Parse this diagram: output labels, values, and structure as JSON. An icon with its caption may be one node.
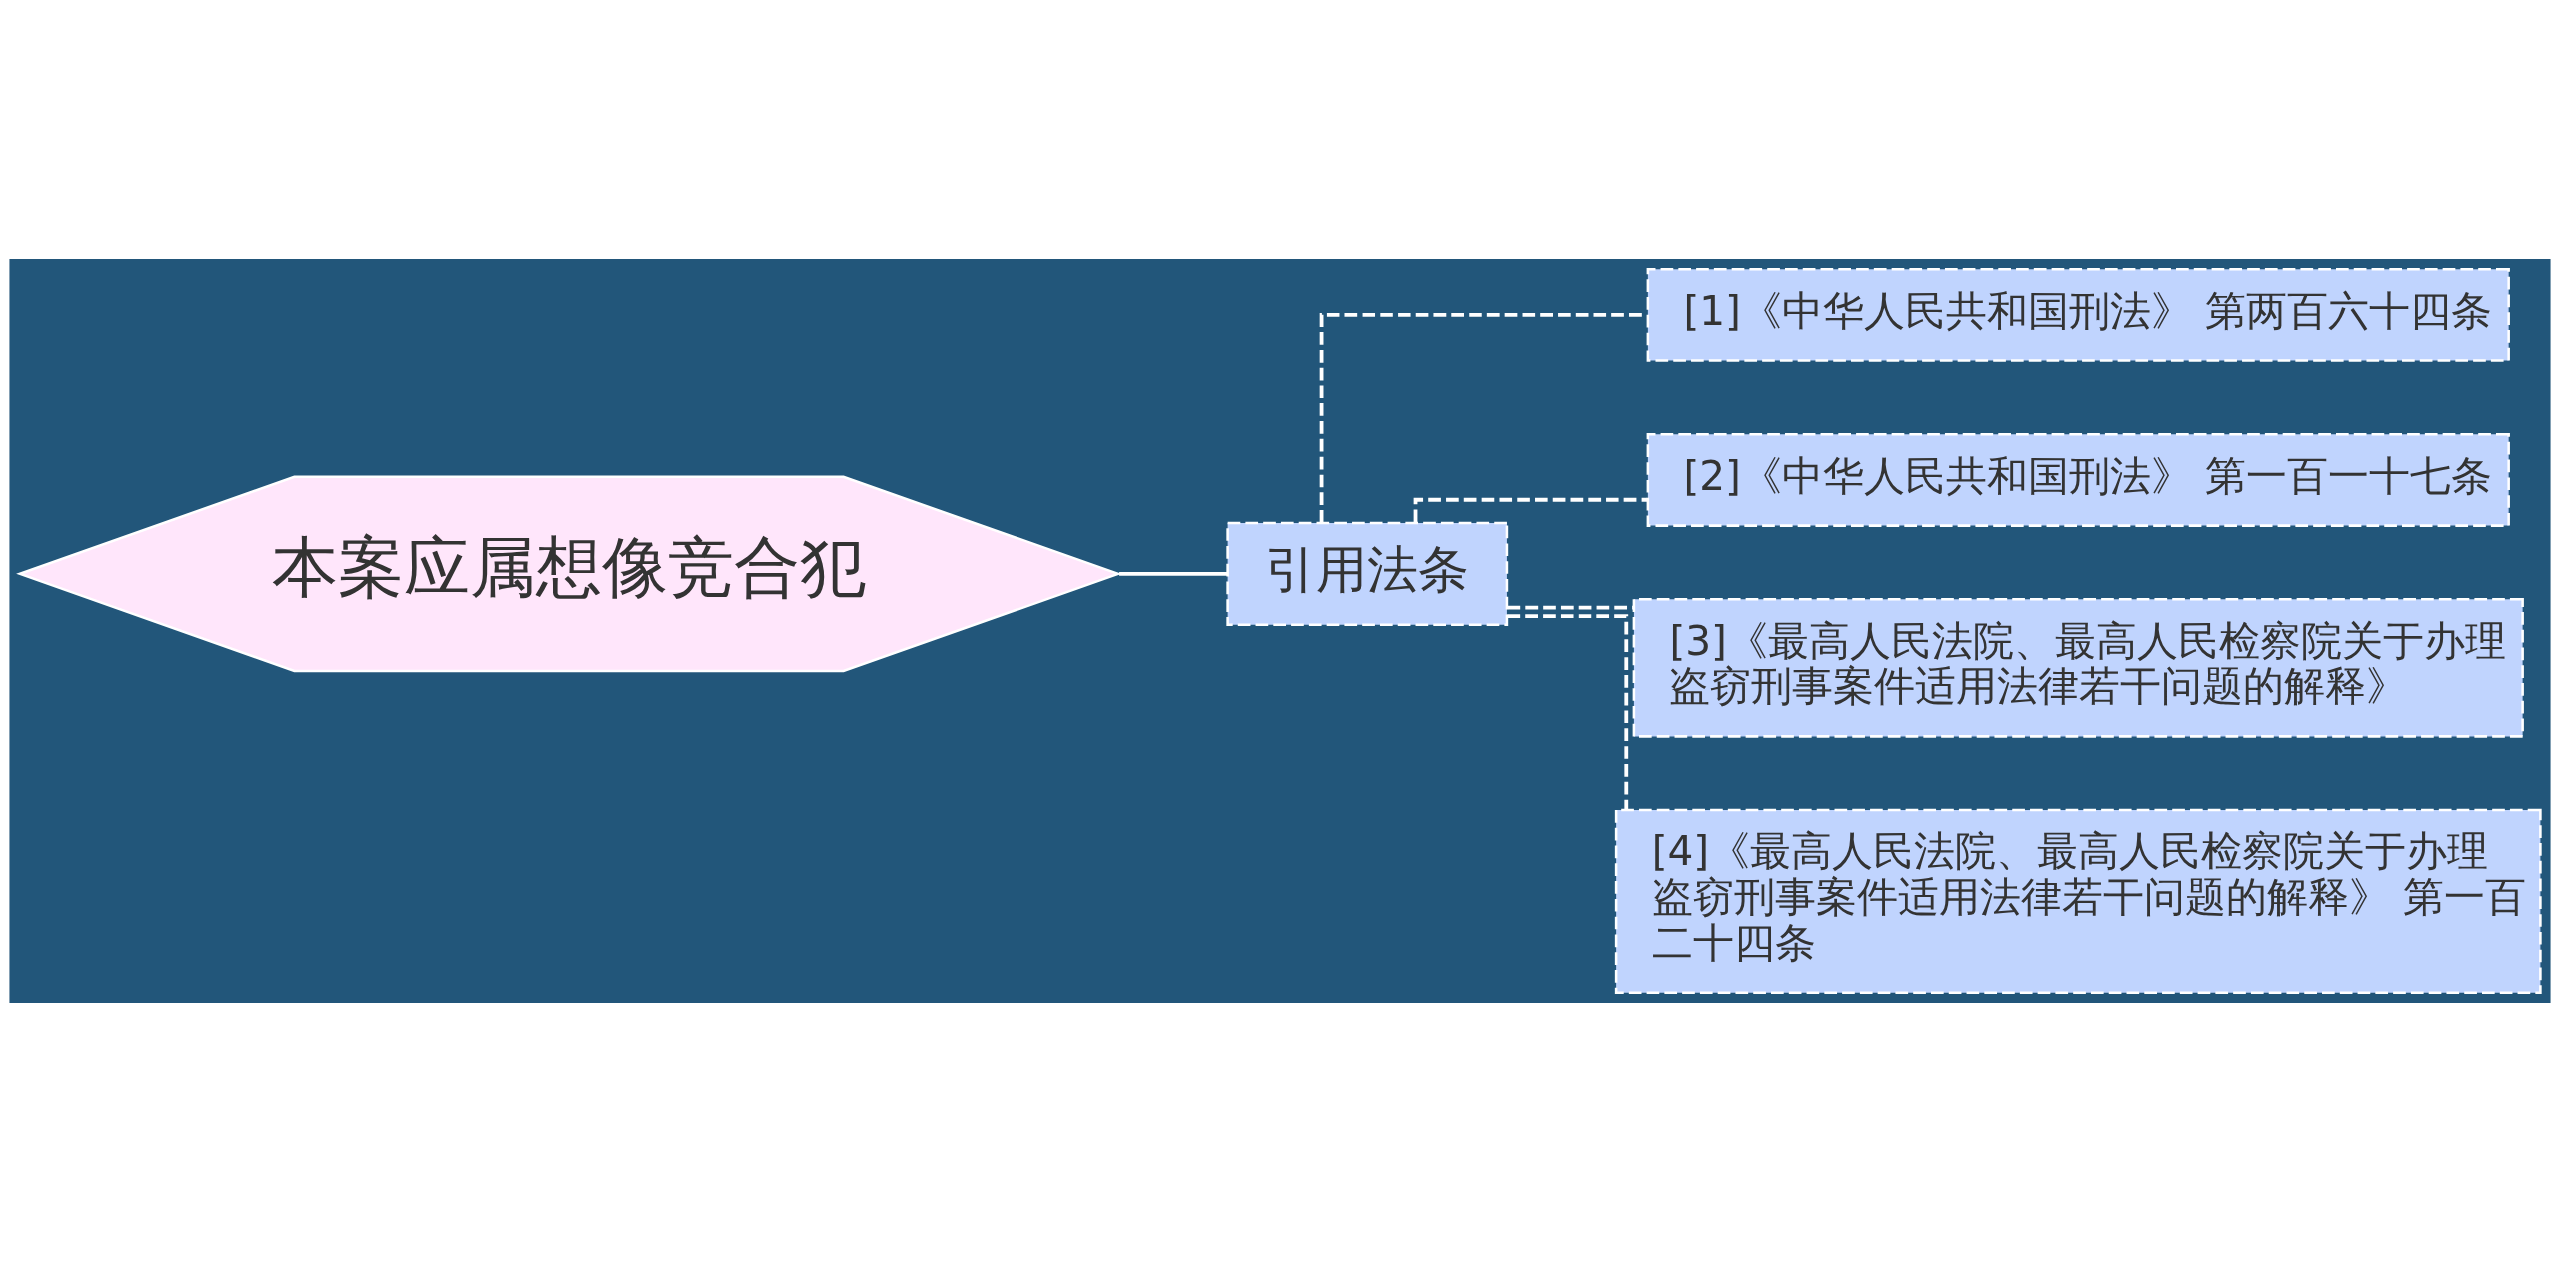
{
  "diagram": {
    "nodes": [
      {
        "text": [
          "本案应属想像竞合犯"
        ]
      },
      {
        "text": [
          "引用法条"
        ]
      },
      {
        "text": [
          "[1]《中华人民共和国刑法》 第两百六十四条"
        ]
      },
      {
        "text": [
          "[2]《中华人民共和国刑法》 第一百一十七条"
        ]
      },
      {
        "text": [
          "[3]《最高人民法院、最高人民检察院关于办理盗窃刑事案件适用法律若干问题的解释》"
        ]
      },
      {
        "text": [
          "[4]《最高人民法院、最高人民检察院关于办理盗窃刑事案件适用法律若干问题的解释》 第一百二十四条"
        ]
      }
    ],
    "edges": [
      {
        "from": 0,
        "to": 1,
        "arrow": "none"
      },
      {
        "from": 1,
        "to": 2,
        "arrow": "none",
        "style": "dashed"
      },
      {
        "from": 1,
        "to": 3,
        "arrow": "none",
        "style": "dashed"
      },
      {
        "from": 1,
        "to": 4,
        "arrow": "none",
        "style": "dashed"
      },
      {
        "from": 1,
        "to": 5,
        "arrow": "none",
        "style": "dashed"
      }
    ]
  }
}
